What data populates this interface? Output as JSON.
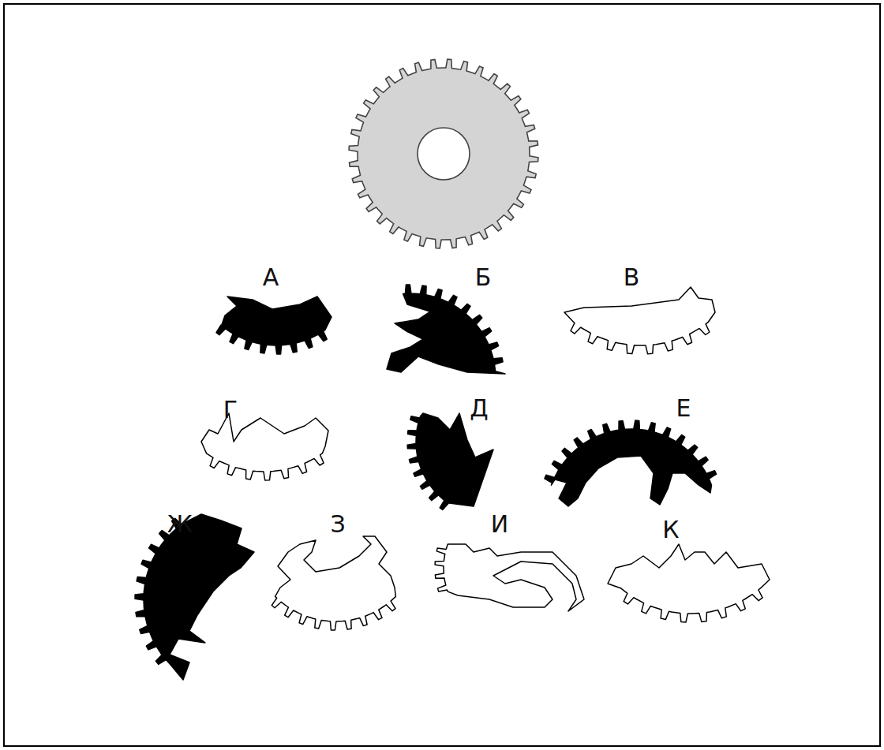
{
  "diagram": {
    "labels": [
      "А",
      "Б",
      "В",
      "Г",
      "Д",
      "Е",
      "Ж",
      "З",
      "И",
      "К"
    ]
  }
}
